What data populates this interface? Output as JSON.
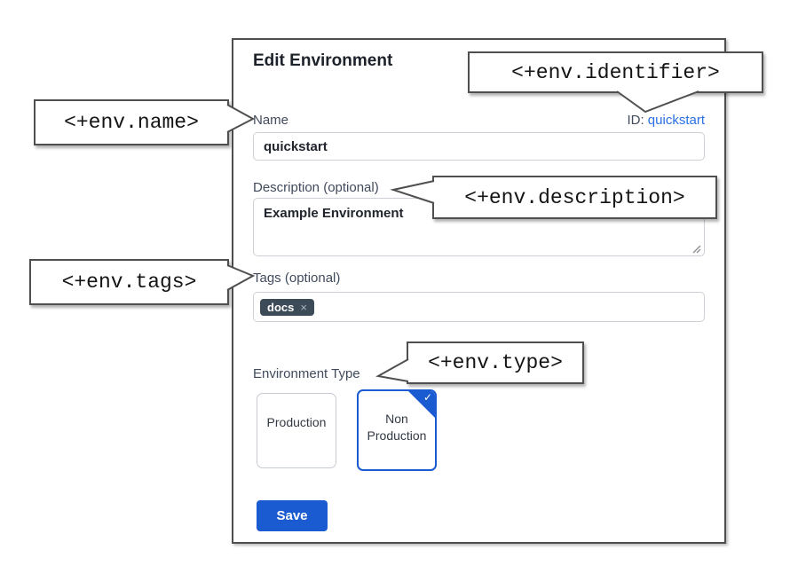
{
  "dialog": {
    "title": "Edit Environment",
    "name_field": {
      "label": "Name",
      "value": "quickstart",
      "id_label": "ID:",
      "id_value": "quickstart"
    },
    "description_field": {
      "label": "Description (optional)",
      "value": "Example Environment"
    },
    "tags_field": {
      "label": "Tags (optional)",
      "tags": [
        {
          "label": "docs",
          "remove_icon": "×"
        }
      ]
    },
    "environment_type": {
      "label": "Environment Type",
      "check_icon": "✓",
      "options": [
        {
          "label": "Production",
          "selected": false
        },
        {
          "label": "Non Production",
          "selected": true
        }
      ]
    },
    "save_button": "Save"
  },
  "callouts": {
    "identifier": "<+env.identifier>",
    "name": "<+env.name>",
    "description": "<+env.description>",
    "tags": "<+env.tags>",
    "type": "<+env.type>"
  },
  "colors": {
    "primary_blue": "#1a5bd2",
    "link_blue": "#2970e5",
    "label_slate": "#414b5c",
    "tag_chip_bg": "#3d4a57",
    "callout_border": "#4f4f4f"
  }
}
